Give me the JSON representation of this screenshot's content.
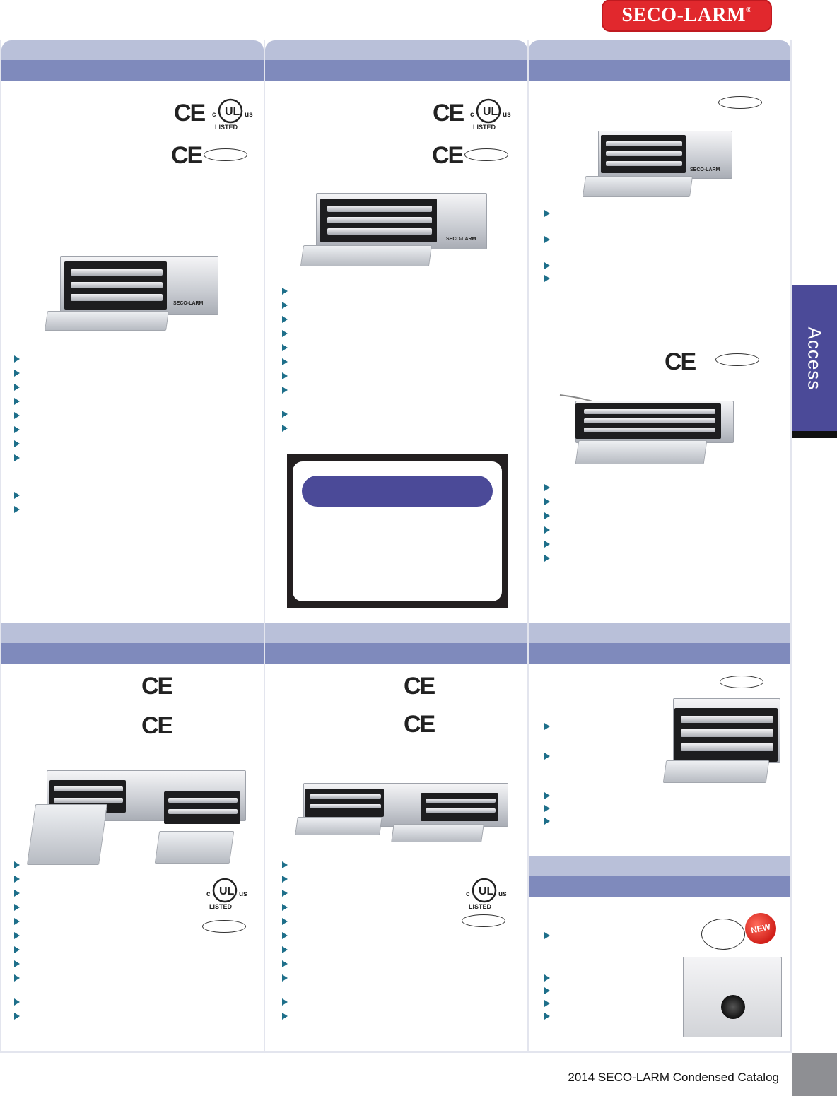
{
  "brand": {
    "logo_text": "SECO-LARM",
    "registered": "®"
  },
  "side_tab": {
    "label": "Access"
  },
  "footer": {
    "catalog": "2014 SECO-LARM Condensed Catalog"
  },
  "marks": {
    "ce": "CE",
    "ul_c": "c",
    "ul_us": "us",
    "ul_listed": "LISTED",
    "new_badge": "NEW"
  },
  "product_labels": {
    "maker": "SECO-LARM"
  },
  "colors": {
    "header_light": "#b9c0d9",
    "header_dark": "#7f8abc",
    "accent_purple": "#4b4a98",
    "bullet": "#1e6f8a",
    "logo_red": "#e1282d"
  }
}
